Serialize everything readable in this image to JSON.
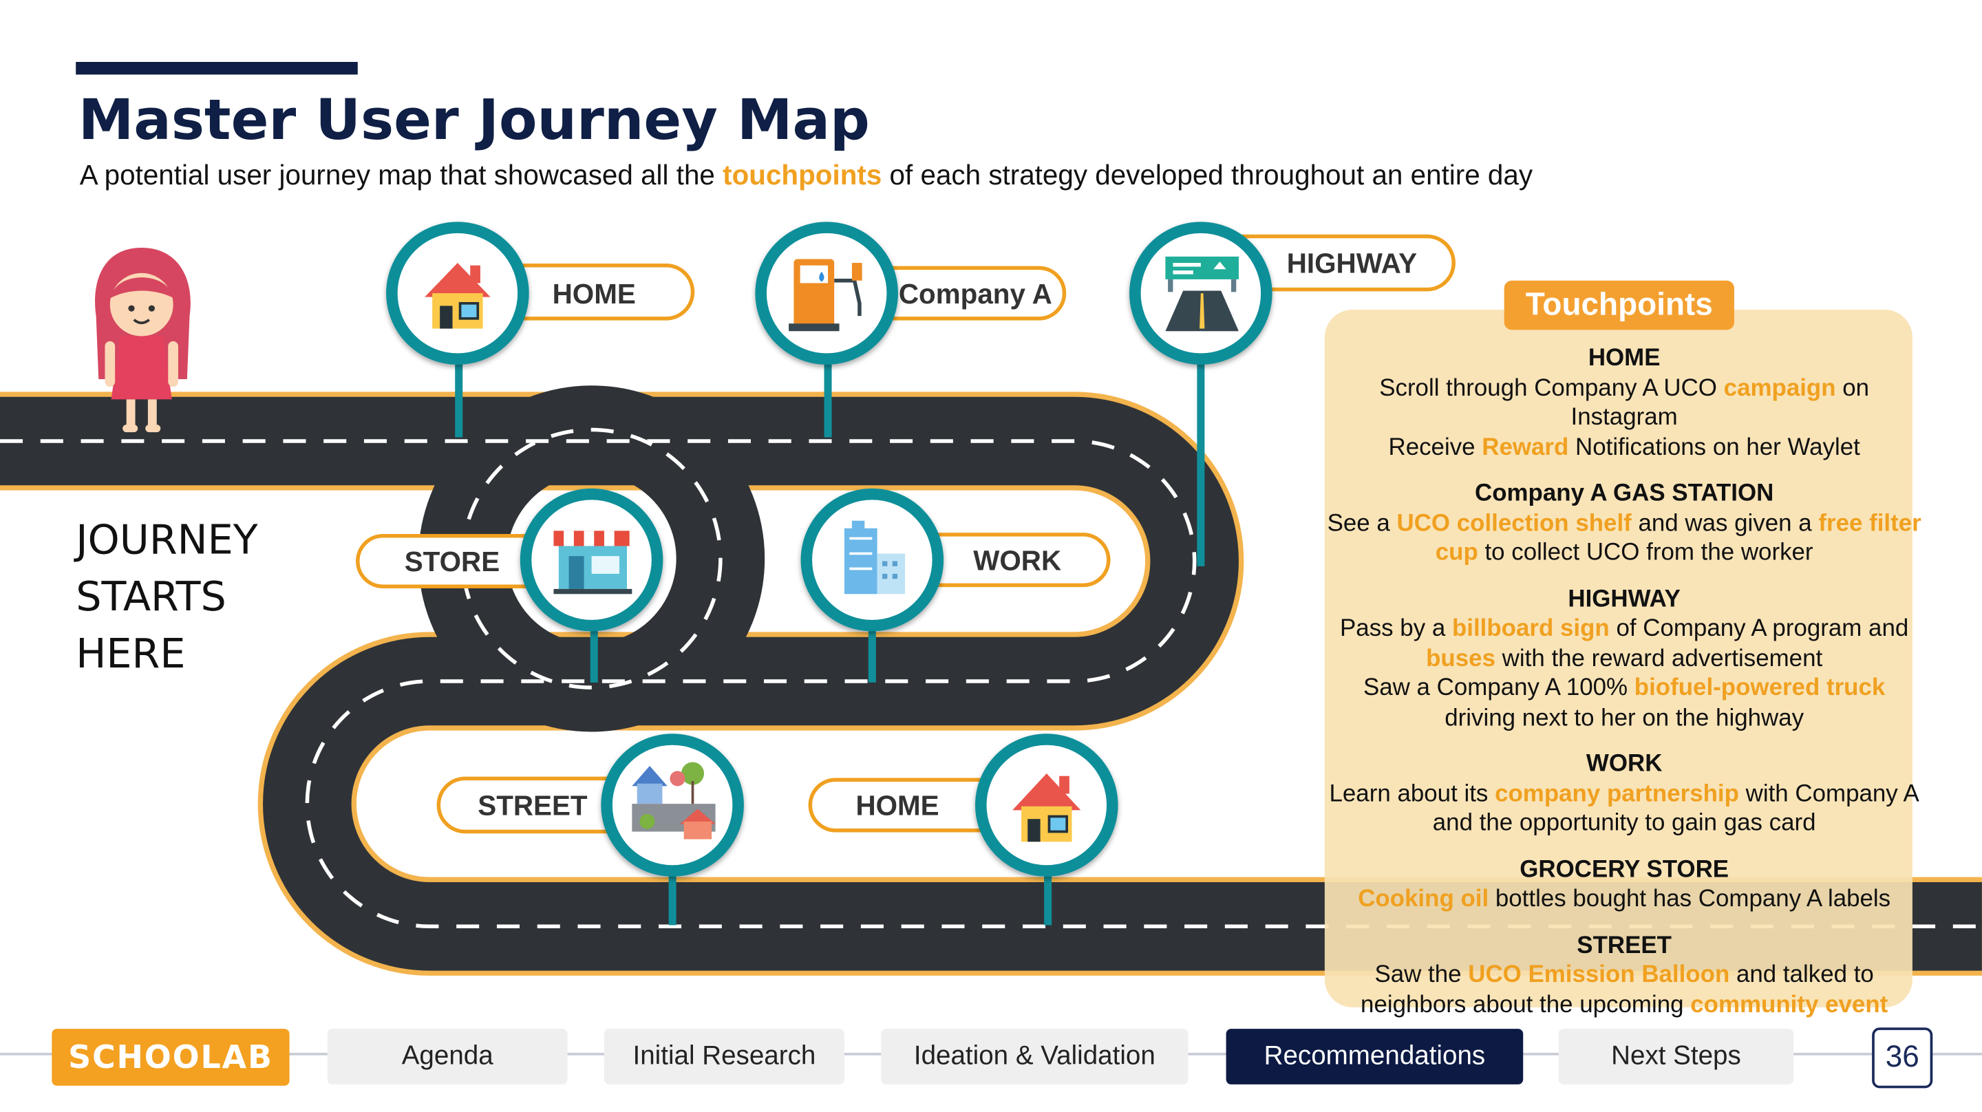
{
  "header": {
    "title": "Master User Journey Map",
    "subtitle_before": "A potential user journey map that showcased all the ",
    "subtitle_highlight": "touchpoints",
    "subtitle_after": " of each strategy developed throughout an entire day"
  },
  "start_label": [
    "JOURNEY",
    "STARTS",
    "HERE"
  ],
  "pins": {
    "home_top": "HOME",
    "company": "Company A",
    "highway": "HIGHWAY",
    "store": "STORE",
    "work": "WORK",
    "street": "STREET",
    "home_bottom": "HOME"
  },
  "touchpoints": {
    "title": "Touchpoints",
    "home": {
      "heading": "HOME",
      "l1a": "Scroll through Company A UCO ",
      "l1b": "campaign",
      "l1c": " on Instagram",
      "l2a": "Receive ",
      "l2b": "Reward",
      "l2c": " Notifications on her Waylet"
    },
    "gas": {
      "heading": "Company A GAS STATION",
      "a": "See a ",
      "b": "UCO collection shelf",
      "c": " and was given a ",
      "d": "free filter cup",
      "e": " to collect UCO from the worker"
    },
    "highway": {
      "heading": "HIGHWAY",
      "a": "Pass by a ",
      "b": "billboard sign",
      "c": " of Company A program and ",
      "d": "buses",
      "e": " with the reward advertisement",
      "f": "Saw a Company A 100% ",
      "g": "biofuel-powered truck",
      "h": " driving next to her on the highway"
    },
    "work": {
      "heading": "WORK",
      "a": "Learn about its ",
      "b": "company partnership",
      "c": " with Company A and the opportunity to gain gas card"
    },
    "grocery": {
      "heading": "GROCERY STORE",
      "a": "Cooking oil",
      "b": " bottles bought has Company A labels"
    },
    "street": {
      "heading": "STREET",
      "a": "Saw the ",
      "b": "UCO Emission Balloon",
      "c": " and talked to neighbors about the upcoming ",
      "d": "community event"
    }
  },
  "nav": {
    "logo": "SCHOOLAB",
    "items": [
      "Agenda",
      "Initial Research",
      "Ideation & Validation",
      "Recommendations",
      "Next Steps"
    ],
    "active": "Recommendations",
    "page": "36"
  },
  "colors": {
    "navy": "#0f1f45",
    "orange": "#f0a020",
    "teal": "#108f9a",
    "road": "#2f3337"
  },
  "icons": [
    "girl-icon",
    "house-icon",
    "gas-pump-icon",
    "highway-sign-icon",
    "shop-icon",
    "office-building-icon",
    "neighborhood-icon"
  ]
}
